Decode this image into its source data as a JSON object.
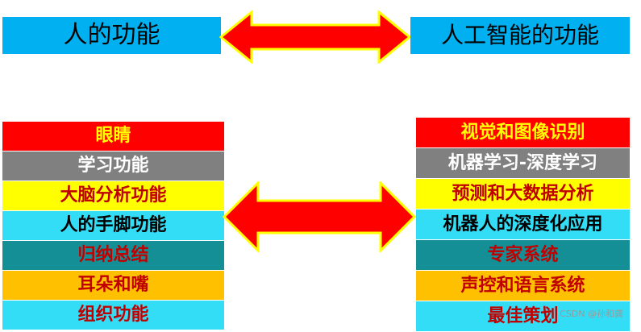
{
  "headers": {
    "left": "人的功能",
    "right": "人工智能的功能"
  },
  "left_items": [
    {
      "label": "眼睛",
      "bg": "#ff0000",
      "fg": "#ffff00"
    },
    {
      "label": "学习功能",
      "bg": "#808080",
      "fg": "#ffffff"
    },
    {
      "label": "大脑分析功能",
      "bg": "#ffff00",
      "fg": "#c00000"
    },
    {
      "label": "人的手脚功能",
      "bg": "#33ddf5",
      "fg": "#000000"
    },
    {
      "label": "归纳总结",
      "bg": "#138f95",
      "fg": "#c00000"
    },
    {
      "label": "耳朵和嘴",
      "bg": "#ffc000",
      "fg": "#c00000"
    },
    {
      "label": "组织功能",
      "bg": "#33ddf5",
      "fg": "#c00000"
    }
  ],
  "right_items": [
    {
      "label": "视觉和图像识别",
      "bg": "#ff0000",
      "fg": "#ffff00"
    },
    {
      "label": "机器学习-深度学习",
      "bg": "#808080",
      "fg": "#ffffff"
    },
    {
      "label": "预测和大数据分析",
      "bg": "#ffff00",
      "fg": "#c00000"
    },
    {
      "label": "机器人的深度化应用",
      "bg": "#33ddf5",
      "fg": "#000000"
    },
    {
      "label": "专家系统",
      "bg": "#138f95",
      "fg": "#c00000"
    },
    {
      "label": "声控和语言系统",
      "bg": "#ffc000",
      "fg": "#c00000"
    },
    {
      "label": "最佳策划",
      "bg": "#33ddf5",
      "fg": "#c00000"
    }
  ],
  "arrow_colors": {
    "fill": "#ff0000",
    "outline": "#ffff00"
  },
  "watermark": "CSDN @孙和龚"
}
